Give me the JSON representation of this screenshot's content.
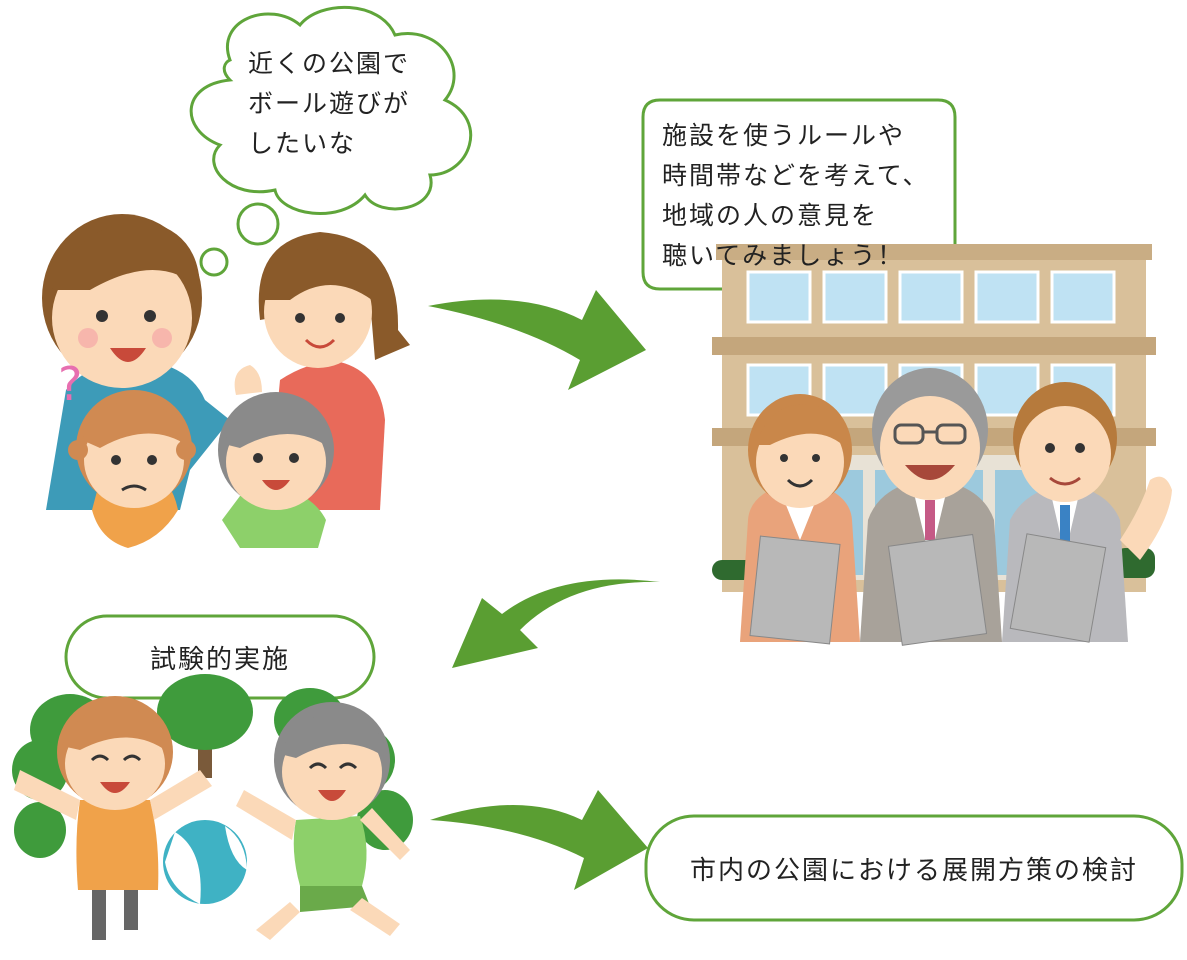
{
  "diagram": {
    "thought_bubble_lines": [
      "近くの公園で",
      "ボール遊びが",
      "したいな"
    ],
    "speech_bubble_lines": [
      "施設を使うルールや",
      "時間帯などを考えて、",
      "地域の人の意見を",
      "聴いてみましょう！"
    ],
    "trial_label": "試験的実施",
    "final_label": "市内の公園における展開方策の検討",
    "question_mark": "?",
    "colors": {
      "arrow": "#5a9e32",
      "bubble_border": "#5fa53a",
      "building": "#d9c09a",
      "window": "#bfe2f3",
      "tree": "#3f9b3c"
    }
  }
}
